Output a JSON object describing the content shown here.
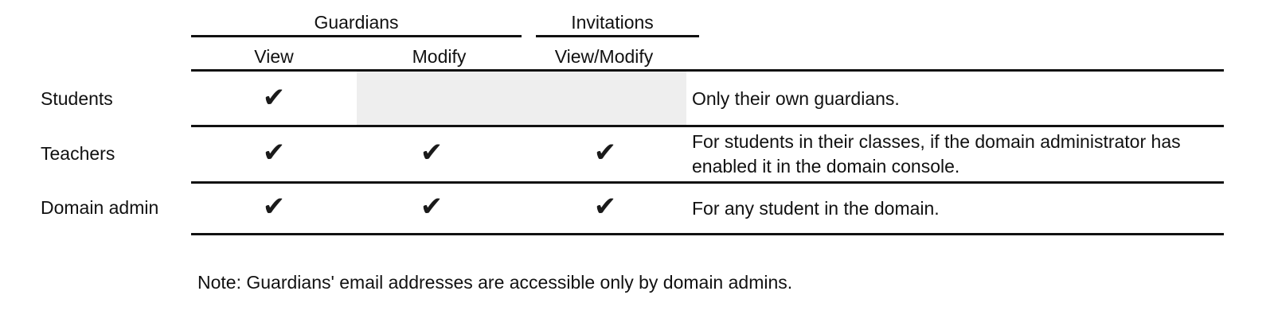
{
  "table": {
    "group_headers": [
      {
        "label": "Guardians"
      },
      {
        "label": "Invitations"
      }
    ],
    "column_headers": [
      {
        "label": "View"
      },
      {
        "label": "Modify"
      },
      {
        "label": "View/Modify"
      }
    ],
    "check_glyph": "✔",
    "shade_color": "#eeeeee",
    "rule_color": "#111111",
    "rows": [
      {
        "label": "Students",
        "guardians_view": "✔",
        "guardians_modify": "",
        "invitations_view_modify": "",
        "description": "Only their own guardians."
      },
      {
        "label": "Teachers",
        "guardians_view": "✔",
        "guardians_modify": "✔",
        "invitations_view_modify": "✔",
        "description": "For students in their classes, if the domain administrator has enabled it in the domain console."
      },
      {
        "label": "Domain admin",
        "guardians_view": "✔",
        "guardians_modify": "✔",
        "invitations_view_modify": "✔",
        "description": "For any student in the domain."
      }
    ]
  },
  "note": "Note: Guardians' email addresses are accessible only by domain admins."
}
